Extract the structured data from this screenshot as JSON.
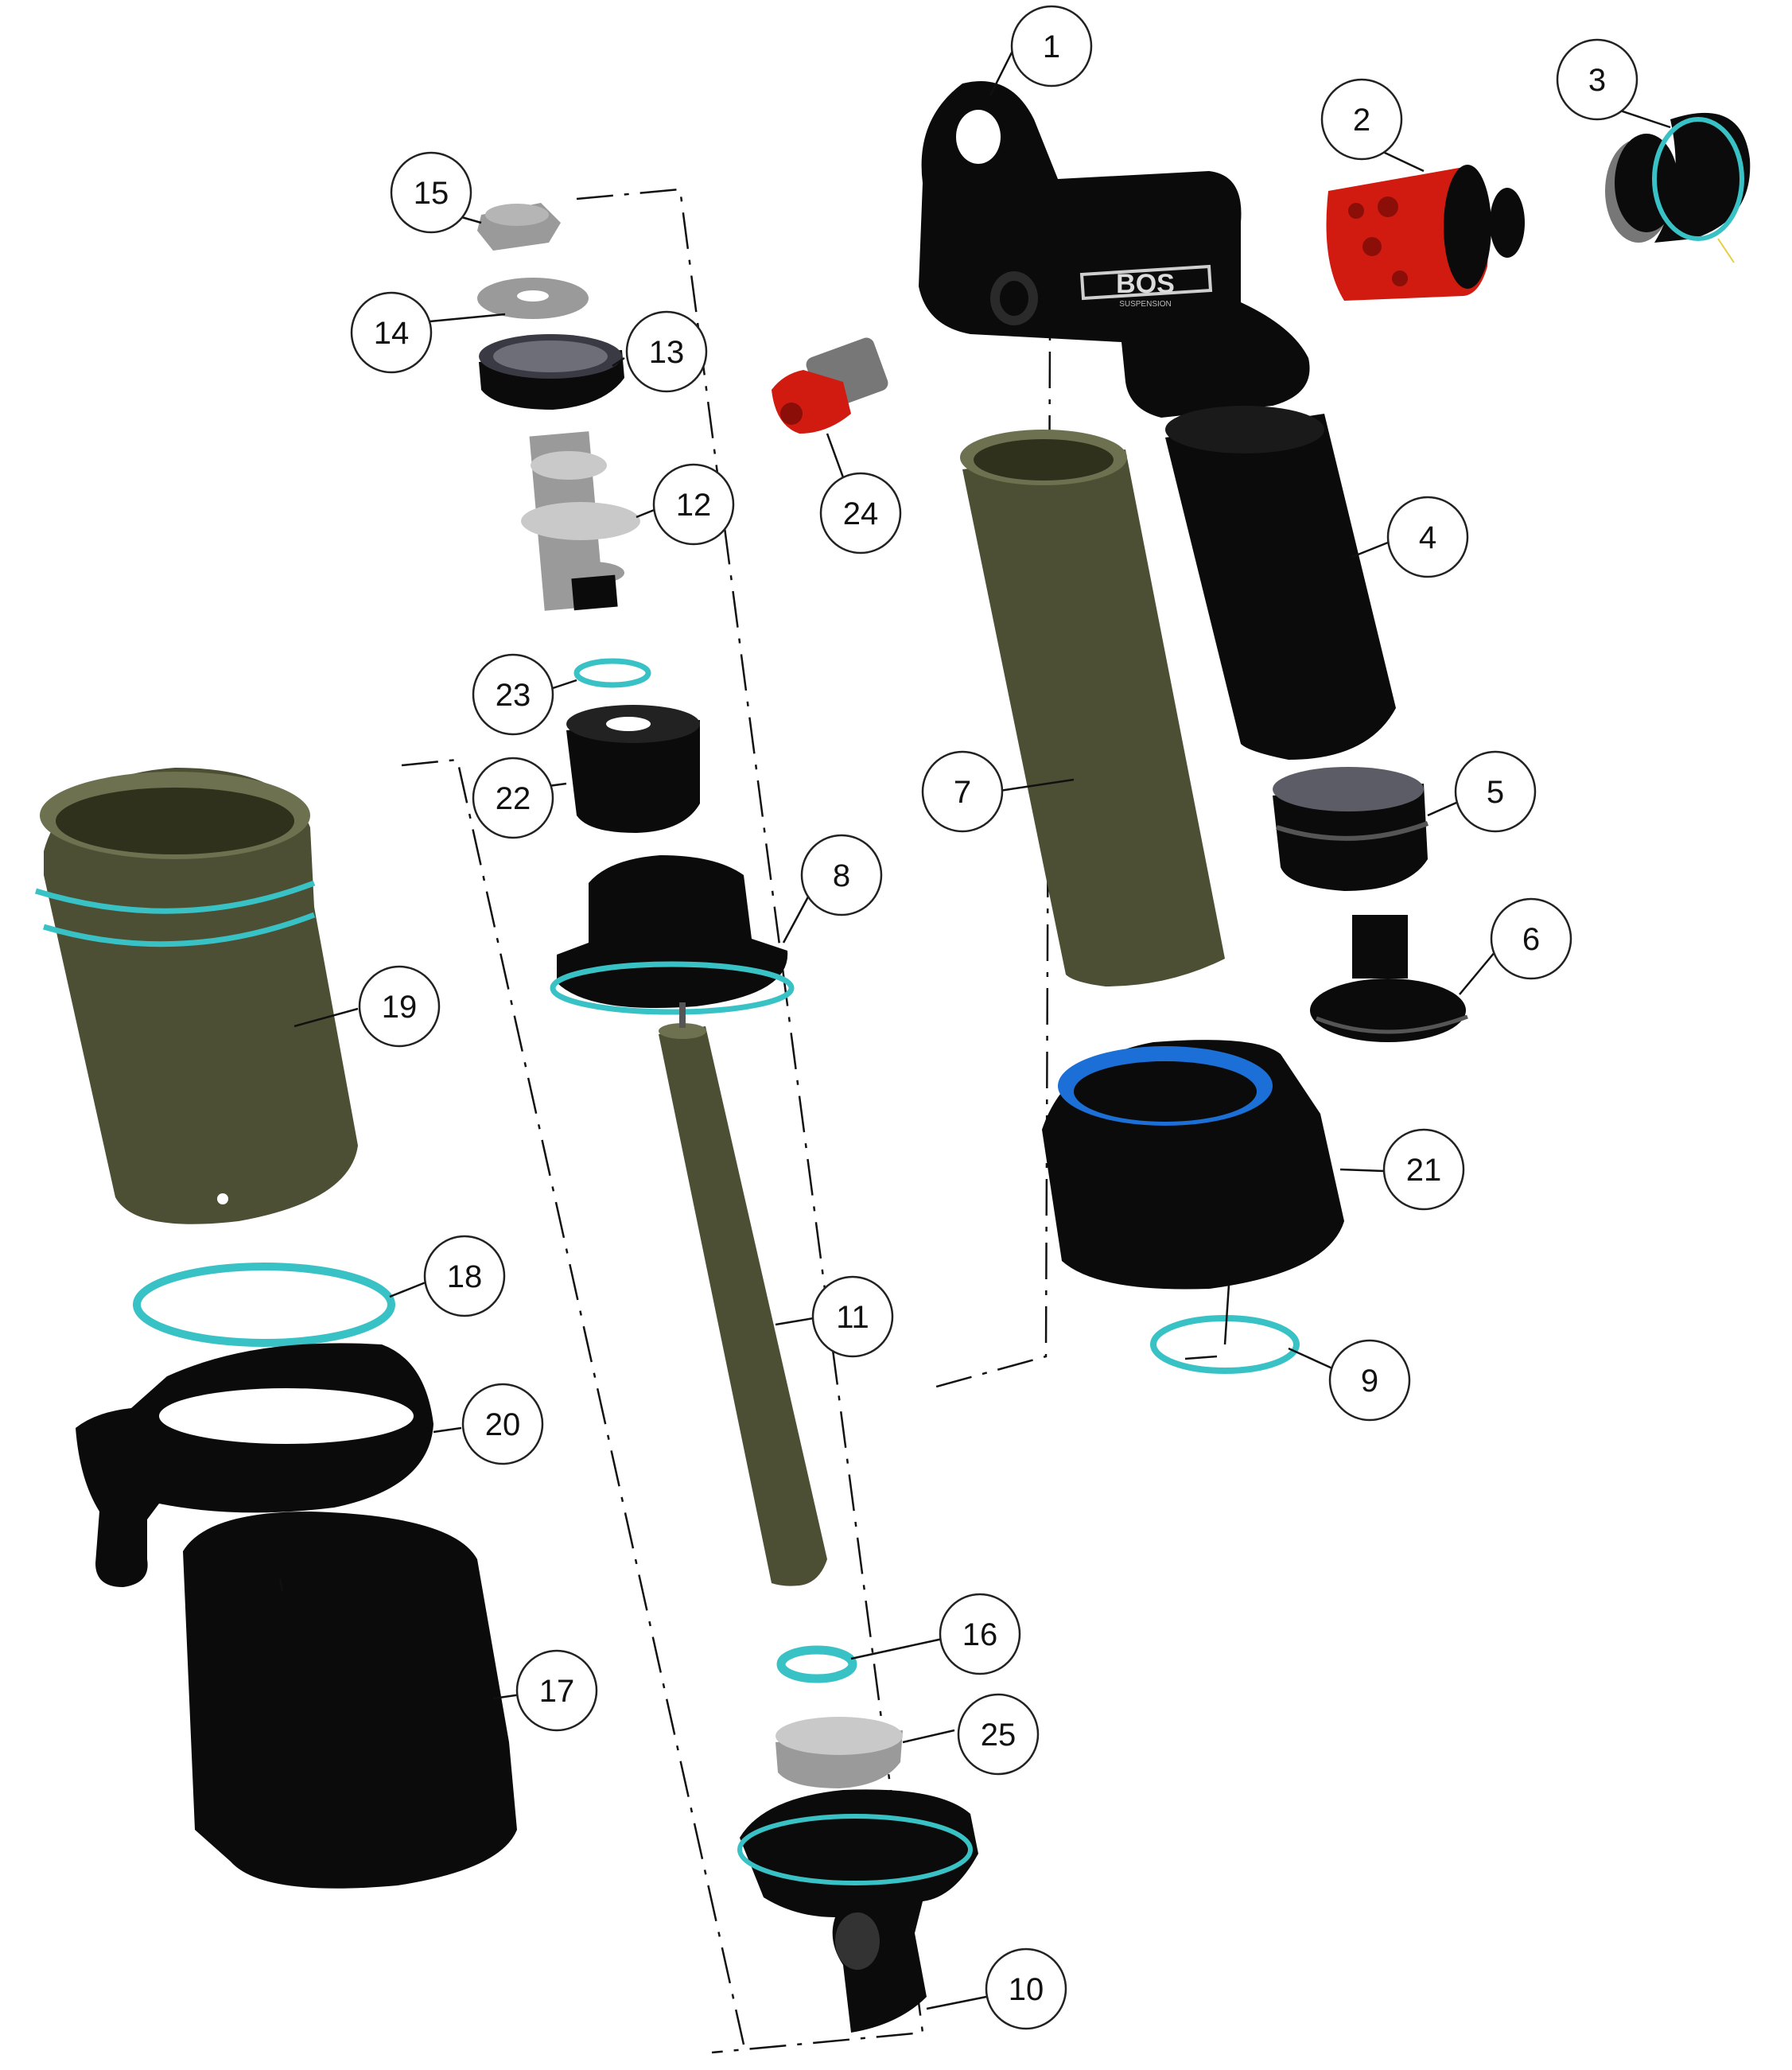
{
  "brand": {
    "logo_text": "BOS",
    "logo_subtext": "SUSPENSION"
  },
  "colors": {
    "black": "#0b0b0b",
    "olive": "#4c4f33",
    "cyan_seal": "#39c2c6",
    "blue_seal": "#1b6fd6",
    "red_anodized": "#d21b10",
    "silver": "#9a9a9a"
  },
  "callouts": [
    {
      "label": "1"
    },
    {
      "label": "2"
    },
    {
      "label": "3"
    },
    {
      "label": "4"
    },
    {
      "label": "5"
    },
    {
      "label": "6"
    },
    {
      "label": "7"
    },
    {
      "label": "8"
    },
    {
      "label": "9"
    },
    {
      "label": "10"
    },
    {
      "label": "11"
    },
    {
      "label": "12"
    },
    {
      "label": "13"
    },
    {
      "label": "14"
    },
    {
      "label": "15"
    },
    {
      "label": "16"
    },
    {
      "label": "17"
    },
    {
      "label": "18"
    },
    {
      "label": "19"
    },
    {
      "label": "20"
    },
    {
      "label": "21"
    },
    {
      "label": "22"
    },
    {
      "label": "23"
    },
    {
      "label": "24"
    },
    {
      "label": "25"
    }
  ]
}
